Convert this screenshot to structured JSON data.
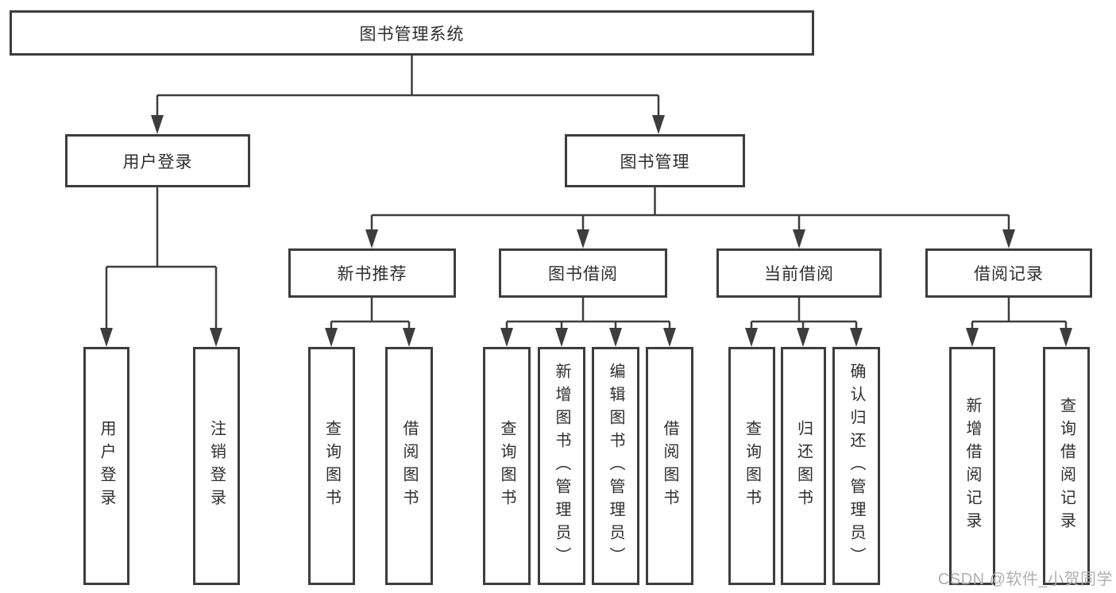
{
  "diagram": {
    "root": {
      "label": "图书管理系统"
    },
    "branches": [
      {
        "label": "用户登录",
        "children": [
          {
            "label": "用户登录"
          },
          {
            "label": "注销登录"
          }
        ]
      },
      {
        "label": "图书管理",
        "children": [
          {
            "label": "新书推荐",
            "children": [
              {
                "label": "查询图书"
              },
              {
                "label": "借阅图书"
              }
            ]
          },
          {
            "label": "图书借阅",
            "children": [
              {
                "label": "查询图书"
              },
              {
                "label": "新增图书（管理员）"
              },
              {
                "label": "编辑图书（管理员）"
              },
              {
                "label": "借阅图书"
              }
            ]
          },
          {
            "label": "当前借阅",
            "children": [
              {
                "label": "查询图书"
              },
              {
                "label": "归还图书"
              },
              {
                "label": "确认归还（管理员）"
              }
            ]
          },
          {
            "label": "借阅记录",
            "children": [
              {
                "label": "新增借阅记录"
              },
              {
                "label": "查询借阅记录"
              }
            ]
          }
        ]
      }
    ]
  },
  "watermark": {
    "text": "CSDN @软件_小贺同学"
  },
  "colors": {
    "line": "#3d3d3d",
    "text": "#2e2e2e",
    "watermark": "#aeb0b4",
    "background": "#ffffff"
  }
}
